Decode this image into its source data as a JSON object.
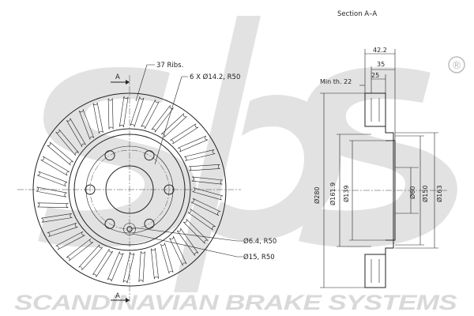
{
  "watermark": {
    "brand_mark": "sbs",
    "registered_symbol": "®",
    "tagline": "SCANDINAVIAN BRAKE SYSTEMS"
  },
  "front_view": {
    "ribs_label": "37 Ribs.",
    "bolt_holes_label": "6 X Ø14.2, R50",
    "small_hole_label": "Ø6.4, R50",
    "large_hole_label": "Ø15, R50",
    "section_marker_top": "A",
    "section_marker_bottom": "A",
    "rib_count": 37,
    "bolt_hole_count": 6
  },
  "section_view": {
    "title": "Section A–A",
    "min_thickness_label": "Min th. 22",
    "dim_thickness": "42.2",
    "dim_hat": "35",
    "dim_inner": "25",
    "dia_outer": "Ø280",
    "dia_161": "Ø161.9",
    "dia_139": "Ø139",
    "dia_60": "Ø60",
    "dia_150": "Ø150",
    "dia_163": "Ø163"
  }
}
